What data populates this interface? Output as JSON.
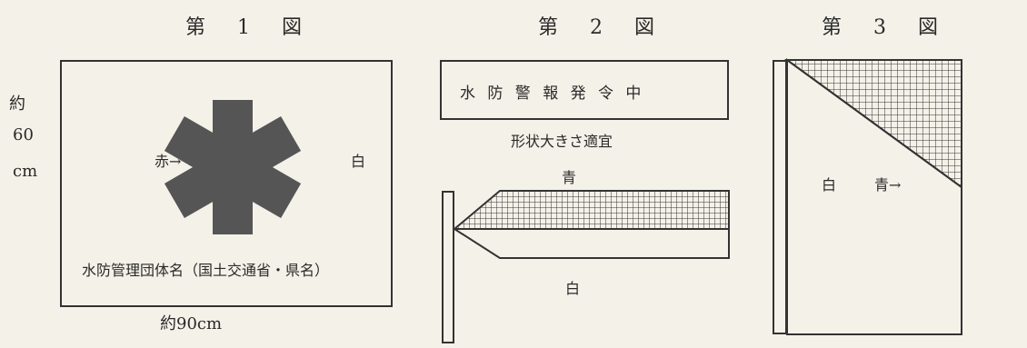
{
  "figure1": {
    "title": "第 1 図",
    "height_label_1": "約",
    "height_label_2": "60",
    "height_label_3": "cm",
    "width_label": "約90cm",
    "color_mark_label": "赤→",
    "background_label": "白",
    "organization_label": "水防管理団体名（国土交通省・県名）",
    "mark_color": "#555555"
  },
  "figure2": {
    "title": "第 2 図",
    "sign_text": "水 防 警 報 発 令 中",
    "size_note": "形状大きさ適宜",
    "top_color_label": "青",
    "bottom_color_label": "白"
  },
  "figure3": {
    "title": "第 3 図",
    "white_label": "白",
    "blue_label": "青→"
  }
}
